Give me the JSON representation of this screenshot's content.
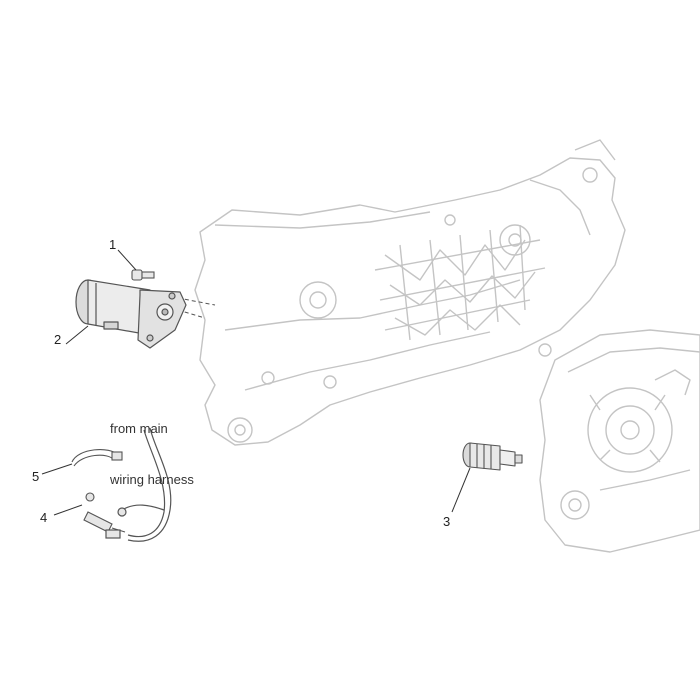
{
  "callouts": {
    "c1": "1",
    "c2": "2",
    "c3": "3",
    "c4": "4",
    "c5": "5"
  },
  "note": {
    "line1": "from main",
    "line2": "wiring harness"
  },
  "colors": {
    "ghost_line": "#c4c4c4",
    "part_line": "#555555",
    "part_fill": "#e8e8e8",
    "leader": "#333333"
  }
}
